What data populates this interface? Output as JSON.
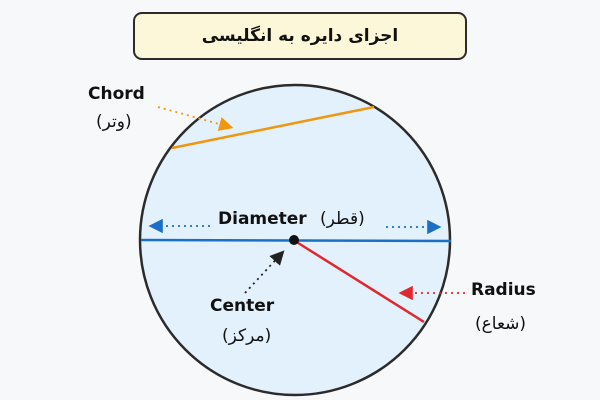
{
  "title": "اجزای دایره به انگلیسی",
  "labels": {
    "chord_en": "Chord",
    "chord_fa": "(وتر)",
    "diameter_en": "Diameter",
    "diameter_fa": "(قطر)",
    "center_en": "Center",
    "center_fa": "(مرکز)",
    "radius_en": "Radius",
    "radius_fa": "(شعاع)"
  },
  "colors": {
    "circle_fill": "#e3f1fc",
    "circle_stroke": "#2b2b2b",
    "chord": "#f0960f",
    "diameter": "#1a6fc7",
    "radius": "#e0282e",
    "center_point": "#111111",
    "title_bg": "#fdf7d9"
  }
}
